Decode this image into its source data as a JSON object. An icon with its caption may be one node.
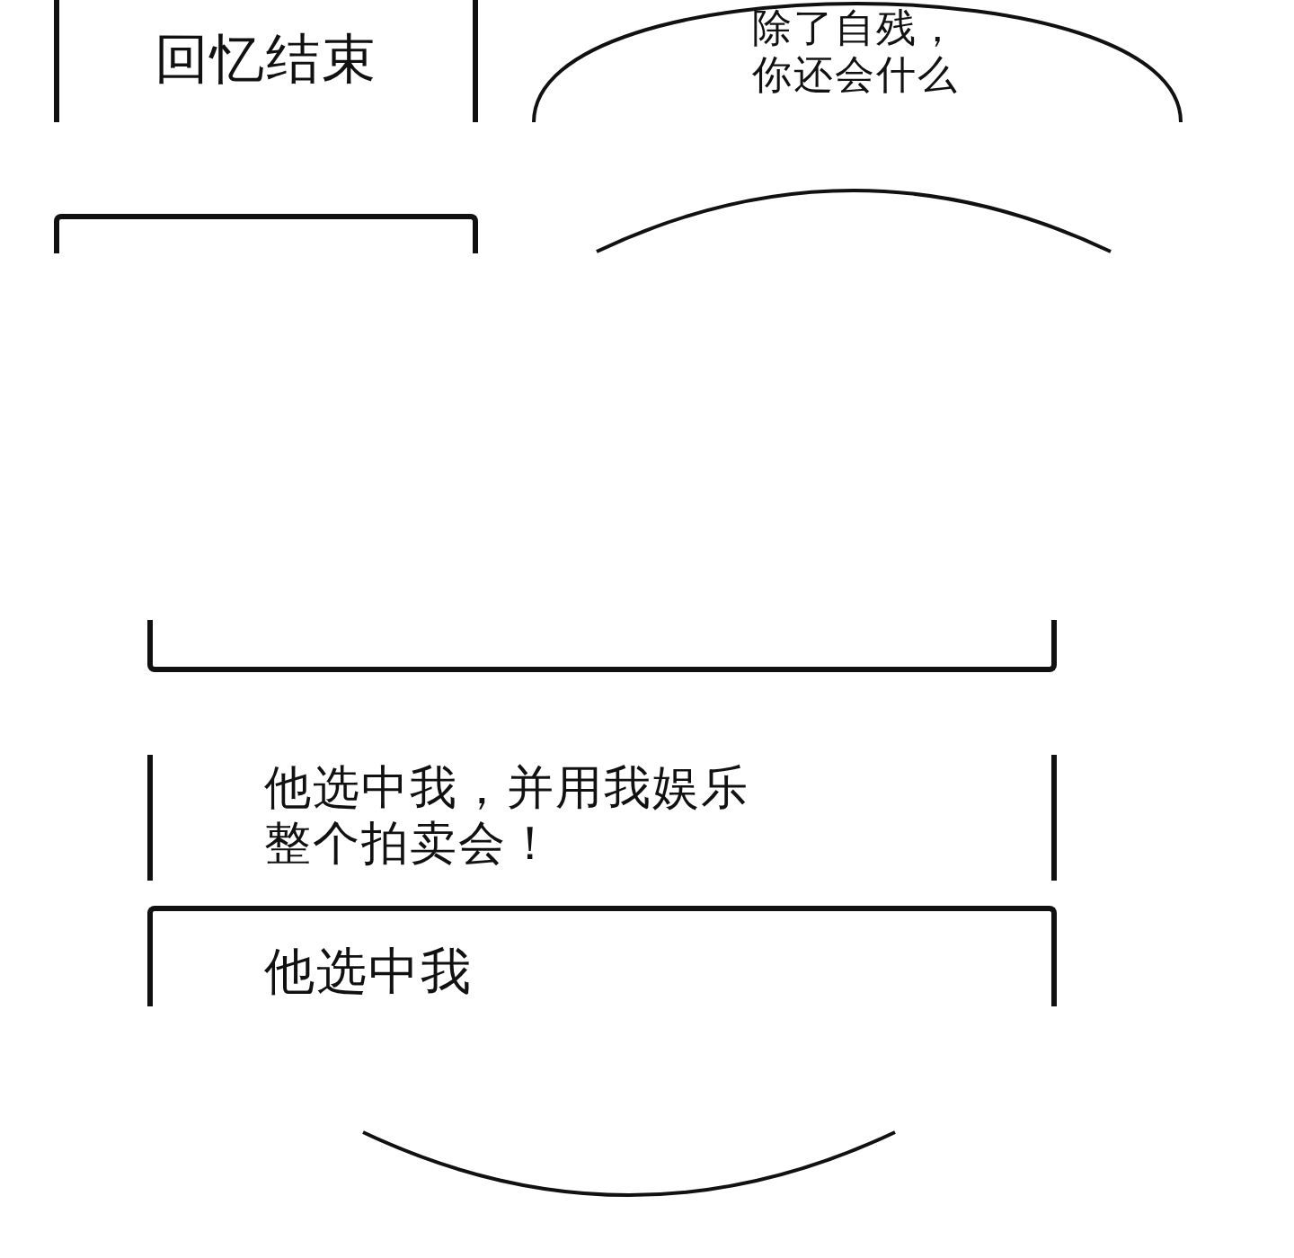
{
  "diagram": {
    "nodes": [
      {
        "text": [
          "回忆结束"
        ]
      },
      {
        "text": [
          "除了自残，你还会什么"
        ]
      },
      {
        "text": [],
        "shape": "box"
      },
      {
        "text": [],
        "shape": "circle"
      },
      {
        "text": [],
        "shape": "box"
      },
      {
        "text": [
          "他选中我，并用我娱乐整个拍卖会！"
        ]
      },
      {
        "text": [
          "他选中我"
        ]
      },
      {
        "text": [],
        "shape": "circle"
      }
    ]
  }
}
